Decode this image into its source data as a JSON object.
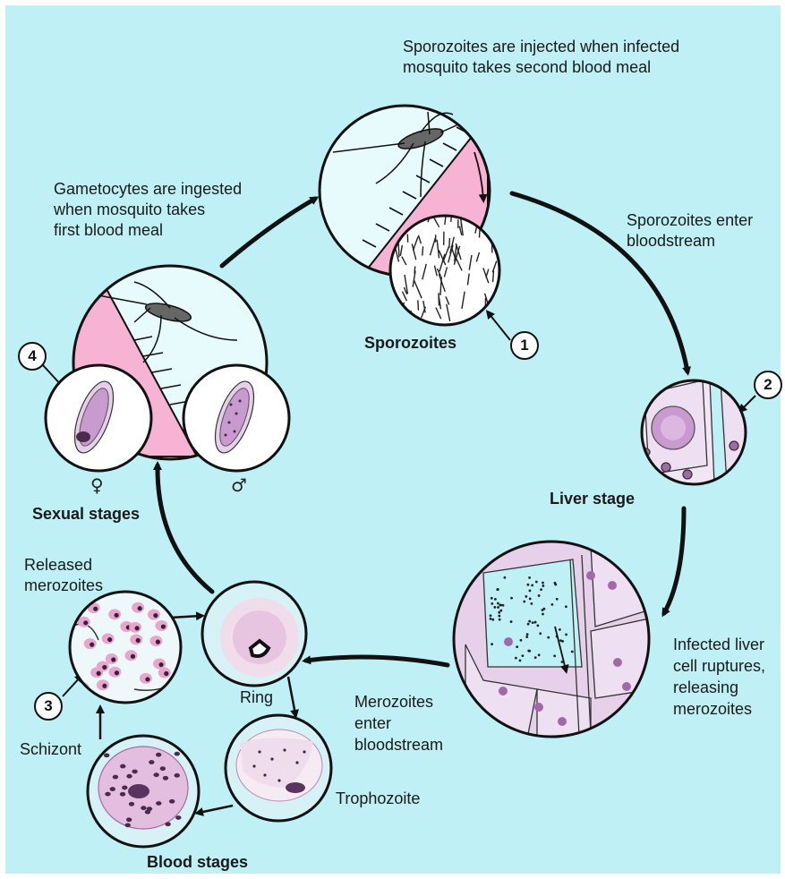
{
  "labels": {
    "sporozoites_injected": [
      "Sporozoites are injected when infected",
      "mosquito takes second blood meal"
    ],
    "gametocytes_ingested": [
      "Gametocytes are ingested",
      "when mosquito takes",
      "first blood meal"
    ],
    "sporozoites_enter": [
      "Sporozoites enter",
      "bloodstream"
    ],
    "sporozoites": "Sporozoites",
    "liver_stage": "Liver stage",
    "infected_liver": [
      "Infected liver",
      "cell ruptures,",
      "releasing",
      "merozoites"
    ],
    "merozoites_enter": [
      "Merozoites",
      "enter",
      "bloodstream"
    ],
    "sexual_stages": "Sexual stages",
    "released_merozoites": [
      "Released",
      "merozoites"
    ],
    "ring": "Ring",
    "schizont": "Schizont",
    "trophozoite": "Trophozoite",
    "blood_stages": "Blood stages",
    "female_symbol": "♀",
    "male_symbol": "♂"
  },
  "step_numbers": [
    "1",
    "2",
    "3",
    "4"
  ],
  "colors": {
    "background": "#bff0f5",
    "skin": "#f7b3d3",
    "cell_purple": "#a06aa8",
    "cell_pale": "#e6cfe8"
  }
}
